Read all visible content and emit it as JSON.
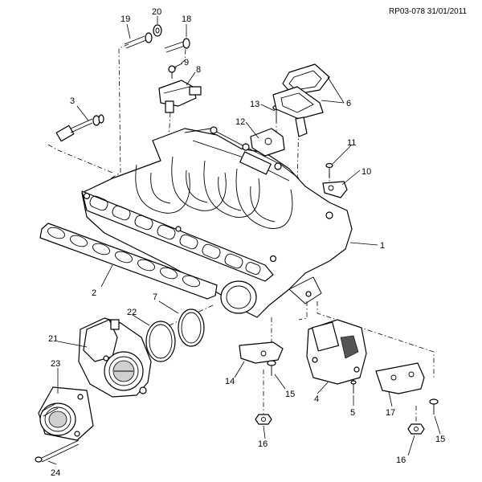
{
  "reference": "RP03-078 31/01/2011",
  "labels": [
    "1",
    "2",
    "3",
    "4",
    "5",
    "6",
    "7",
    "8",
    "9",
    "10",
    "11",
    "12",
    "13",
    "14",
    "15",
    "15",
    "16",
    "16",
    "17",
    "18",
    "19",
    "20",
    "21",
    "22",
    "23",
    "24"
  ]
}
